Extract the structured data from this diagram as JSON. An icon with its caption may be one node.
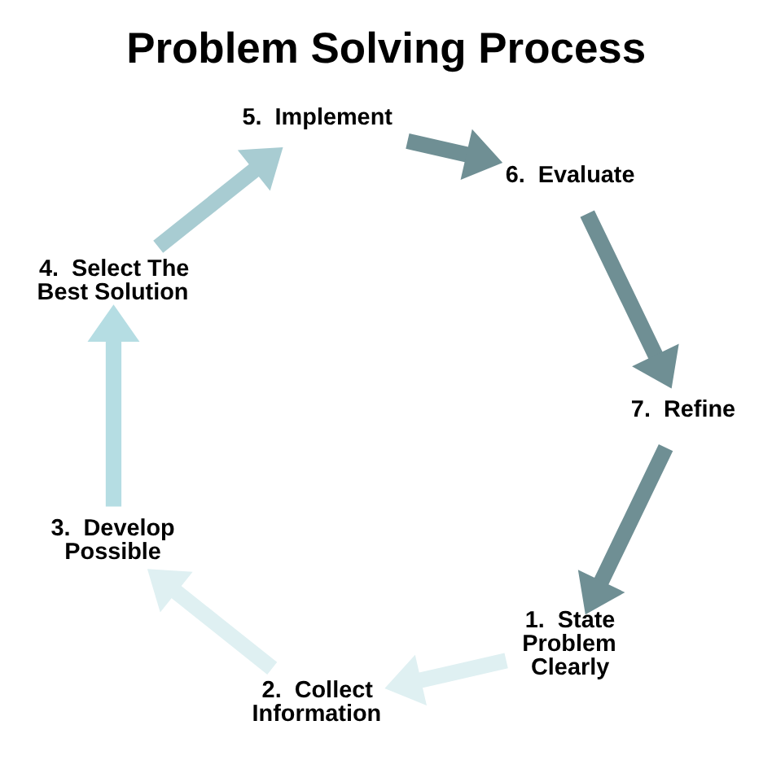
{
  "diagram": {
    "title": "Problem Solving Process",
    "nodes": [
      {
        "text": [
          "1.  State Problem Clearly"
        ]
      },
      {
        "text": [
          "2.  Collect Information"
        ]
      },
      {
        "text": [
          "3.  Develop Possible"
        ]
      },
      {
        "text": [
          "4.  Select The Best Solution"
        ]
      },
      {
        "text": [
          "5.  Implement"
        ]
      },
      {
        "text": [
          "6.  Evaluate"
        ]
      },
      {
        "text": [
          "7.  Refine"
        ]
      }
    ],
    "edges": [
      {
        "from": 0,
        "to": 1,
        "arrow": "to",
        "color": "#dff0f2"
      },
      {
        "from": 1,
        "to": 2,
        "arrow": "to",
        "color": "#dff0f2"
      },
      {
        "from": 2,
        "to": 3,
        "arrow": "to",
        "color": "#b5dde3"
      },
      {
        "from": 3,
        "to": 4,
        "arrow": "to",
        "color": "#a8ccd2"
      },
      {
        "from": 4,
        "to": 5,
        "arrow": "to"
      },
      {
        "from": 5,
        "to": 6,
        "arrow": "to"
      },
      {
        "from": 6,
        "to": 0,
        "arrow": "to"
      }
    ]
  }
}
